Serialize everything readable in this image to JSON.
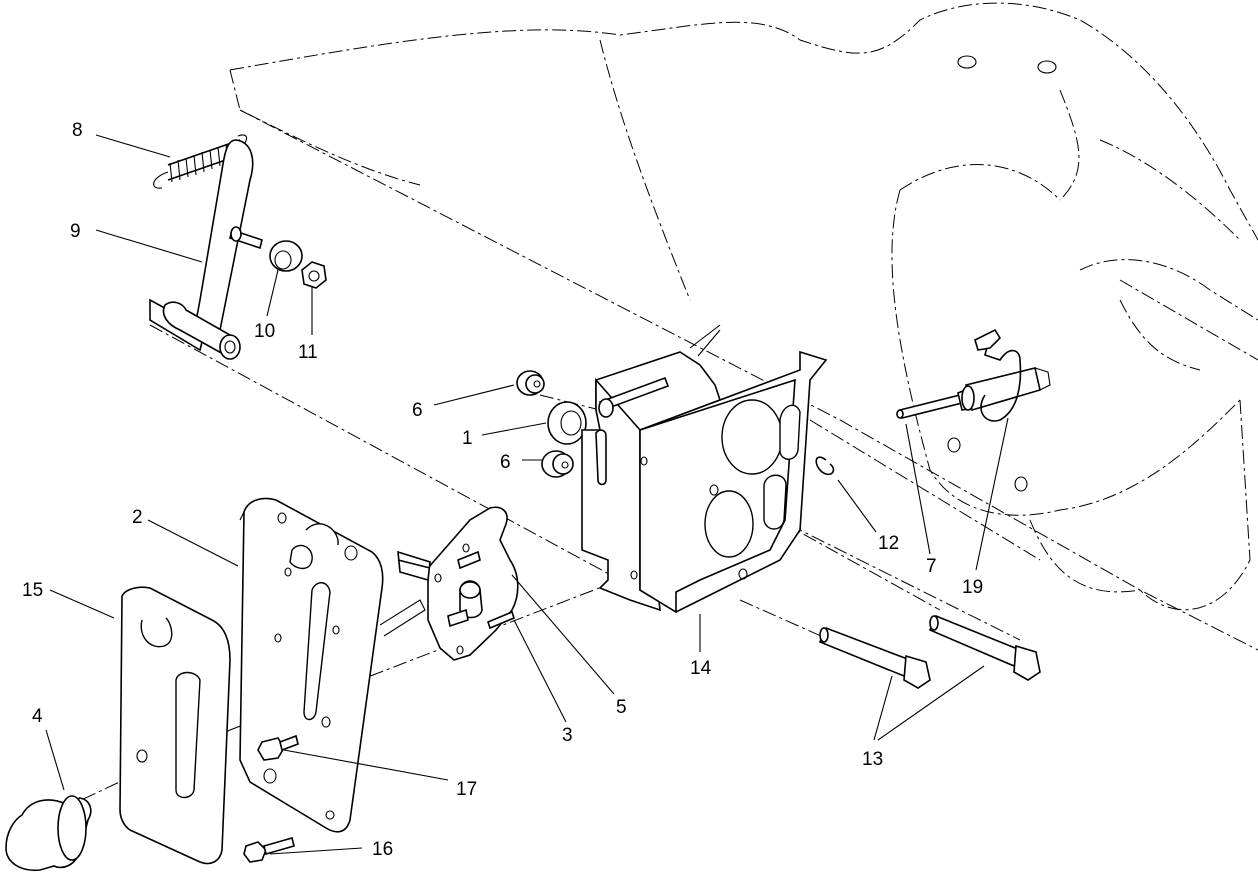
{
  "diagram": {
    "callouts": [
      {
        "id": "c8",
        "label": "8"
      },
      {
        "id": "c9",
        "label": "9"
      },
      {
        "id": "c10",
        "label": "10"
      },
      {
        "id": "c11",
        "label": "11"
      },
      {
        "id": "c6a",
        "label": "6"
      },
      {
        "id": "c1",
        "label": "1"
      },
      {
        "id": "c6b",
        "label": "6"
      },
      {
        "id": "c2",
        "label": "2"
      },
      {
        "id": "c15",
        "label": "15"
      },
      {
        "id": "c4",
        "label": "4"
      },
      {
        "id": "c5",
        "label": "5"
      },
      {
        "id": "c3",
        "label": "3"
      },
      {
        "id": "c14",
        "label": "14"
      },
      {
        "id": "c12",
        "label": "12"
      },
      {
        "id": "c7",
        "label": "7"
      },
      {
        "id": "c19",
        "label": "19"
      },
      {
        "id": "c13",
        "label": "13"
      },
      {
        "id": "c17",
        "label": "17"
      },
      {
        "id": "c16",
        "label": "16"
      }
    ]
  }
}
